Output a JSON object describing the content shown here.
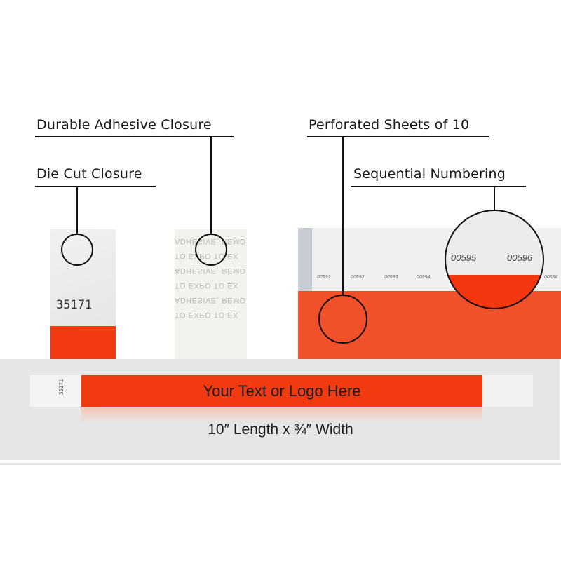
{
  "callouts": {
    "durable_adhesive": "Durable Adhesive Closure",
    "die_cut": "Die Cut Closure",
    "perforated": "Perforated Sheets of 10",
    "sequential": "Sequential Numbering"
  },
  "die_cut_tab": {
    "number": "35171"
  },
  "adhesive_liner_text": [
    "ADHESIVE, REMO",
    "TO EXPO      TO EX",
    "ADHESIVE, REMO",
    "TO EXPO      TO EX",
    "ADHESIVE, REMO",
    "TO EXPO      TO EX"
  ],
  "sheet": {
    "numbers": [
      "00591",
      "00592",
      "00593",
      "00594",
      "00596"
    ],
    "magnified_numbers": [
      "00595",
      "00596"
    ]
  },
  "wristband": {
    "number": "35171",
    "placeholder_text": "Your Text or Logo Here",
    "dimensions": "10″ Length x ¾″ Width"
  },
  "colors": {
    "band": "#f23a10",
    "panel": "#e6e6e6"
  }
}
